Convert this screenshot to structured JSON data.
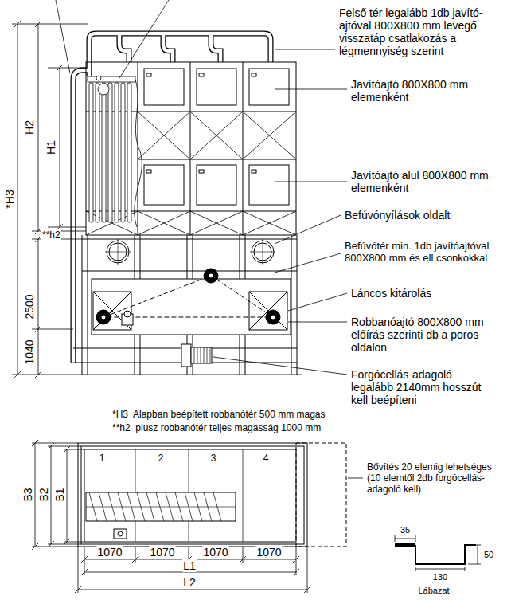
{
  "diagram": {
    "labels": [
      "Felső tér legalább 1db javító- ajtóval 800X800 mm levegő visszatáp csatlakozás a légmennyiség szerint",
      "Javítóajtó 800X800 mm elemenként",
      "Javítóajtó alul 800X800 mm elemenként",
      "Befúvónyílások oldalt",
      "Befúvótér min. 1db javítóajtóval 800X800 mm és ell.csonkokkal",
      "Láncos kitárolás",
      "Robbanóajtó 800X800 mm előírás szerinti db a poros oldalon",
      "Forgócellás-adagoló legalább 2140mm hosszút kell beépíteni",
      "H2",
      "H1",
      "*H3",
      "**h2",
      "2500",
      "1040",
      "*H3  Alapban beépített robbanótér 500 mm magas",
      "**h2  plusz robbanótér teljes magasság 1000 mm",
      "1",
      "2",
      "3",
      "4",
      "B3",
      "B2",
      "B1",
      "1070",
      "1070",
      "1070",
      "1070",
      "L1",
      "L2",
      "Bővítés 20 elemig lehetséges (10 elemtől 2db forgócellás-adagoló kell)",
      "35",
      "50",
      "130",
      "Lábazat"
    ]
  }
}
